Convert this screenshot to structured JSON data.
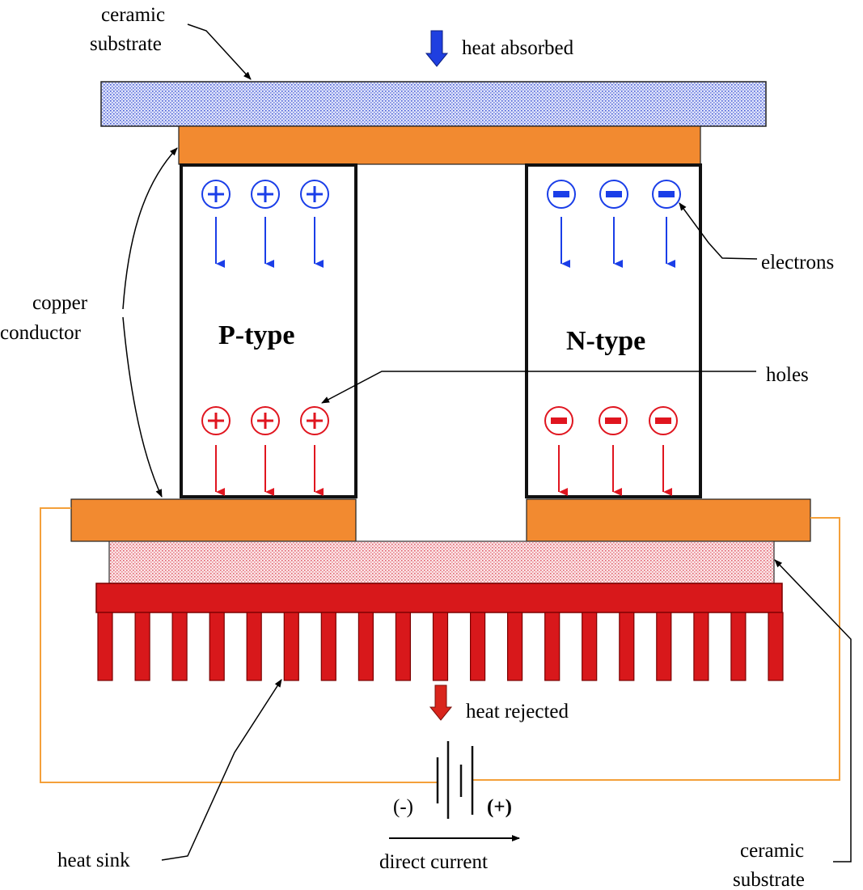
{
  "labels": {
    "ceramic_top_line1": "ceramic",
    "ceramic_top_line2": "substrate",
    "heat_absorbed": "heat absorbed",
    "copper_line1": "copper",
    "copper_line2": "conductor",
    "p_type": "P-type",
    "n_type": "N-type",
    "electrons": "electrons",
    "holes": "holes",
    "heat_rejected": "heat rejected",
    "heat_sink": "heat sink",
    "direct_current": "direct current",
    "battery_negative": "(-)",
    "battery_positive": "(+)",
    "ceramic_bottom_line1": "ceramic",
    "ceramic_bottom_line2": "substrate"
  },
  "carriers": {
    "hole_symbol": "+",
    "electron_symbol": "-"
  },
  "heat_sink_fin_count": 19,
  "colors": {
    "copper": "#f28a30",
    "ceramic_top": "#b8c4f0",
    "ceramic_bottom": "#f4c6c9",
    "heat_sink": "#d8181b",
    "blue_carrier": "#1a3ee8",
    "red_carrier": "#e0151f",
    "wire": "#f4a03a",
    "arrow_blue": "#1f3fe0",
    "arrow_red": "#d9251c"
  }
}
